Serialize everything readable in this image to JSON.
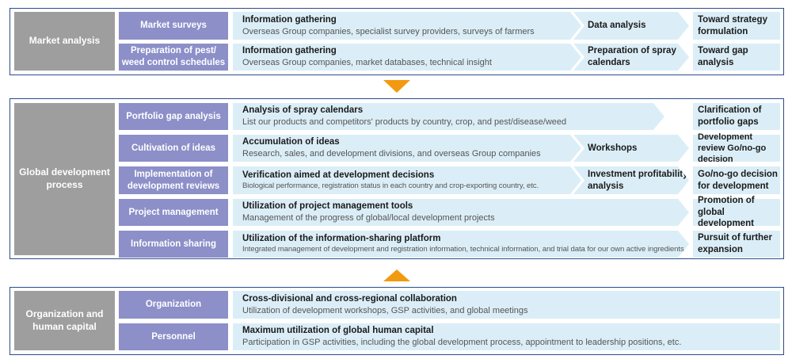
{
  "colors": {
    "border": "#2b4c8c",
    "category_bg": "#9e9e9e",
    "subcategory_bg": "#8c8fc8",
    "step_bg": "#dbeef7",
    "arrow": "#f29a0f"
  },
  "market_analysis": {
    "label": "Market analysis",
    "rows": [
      {
        "sub": "Market surveys",
        "title": "Information gathering",
        "desc": "Overseas Group companies, specialist survey providers, surveys of farmers",
        "mid": "Data analysis",
        "result": "Toward strategy formulation"
      },
      {
        "sub": "Preparation of pest/ weed control schedules",
        "title": "Information gathering",
        "desc": "Overseas Group companies, market databases, technical insight",
        "mid": "Preparation of spray calendars",
        "result": "Toward gap analysis"
      }
    ]
  },
  "global_development": {
    "label": "Global development process",
    "rows": [
      {
        "sub": "Portfolio gap analysis",
        "title": "Analysis of spray calendars",
        "desc": "List our products and competitors' products by country, crop, and pest/disease/weed",
        "result": "Clarification of portfolio gaps"
      },
      {
        "sub": "Cultivation of ideas",
        "title": "Accumulation of ideas",
        "desc": "Research, sales, and development divisions, and overseas Group companies",
        "mid": "Workshops",
        "result": "Development review Go/no-go decision"
      },
      {
        "sub": "Implementation of development reviews",
        "title": "Verification aimed at development decisions",
        "desc": "Biological performance, registration status in each country and crop-exporting country, etc.",
        "mid": "Investment profitability analysis",
        "result": "Go/no-go decision for development"
      },
      {
        "sub": "Project management",
        "title": "Utilization of project management tools",
        "desc": "Management of the progress of global/local development projects",
        "result": "Promotion of global development"
      },
      {
        "sub": "Information sharing",
        "title": "Utilization of the information-sharing platform",
        "desc": "Integrated management of development and registration information, technical information, and trial data for our own active ingredients",
        "result": "Pursuit of further expansion"
      }
    ]
  },
  "organization": {
    "label": "Organization and human capital",
    "rows": [
      {
        "sub": "Organization",
        "title": "Cross-divisional and cross-regional collaboration",
        "desc": "Utilization of development workshops, GSP activities, and global meetings"
      },
      {
        "sub": "Personnel",
        "title": "Maximum utilization of global human capital",
        "desc": "Participation in GSP activities, including the global development process, appointment to leadership positions, etc."
      }
    ]
  },
  "arrows": {
    "down": "arrow-down-icon",
    "up": "arrow-up-icon"
  }
}
